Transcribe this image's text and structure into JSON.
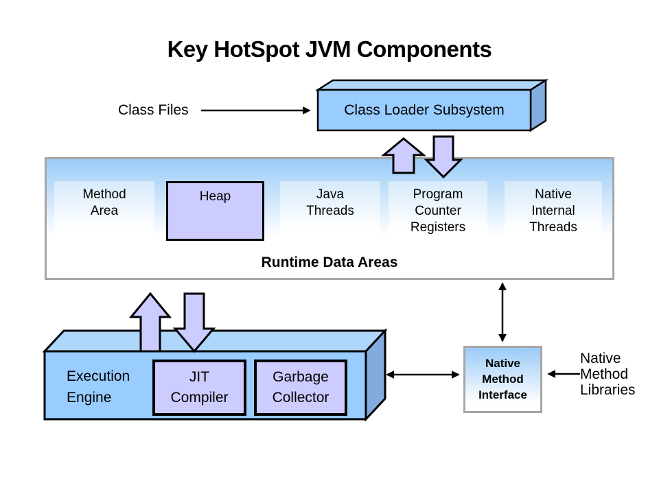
{
  "title": "Key HotSpot JVM Components",
  "class_files_label": "Class Files",
  "class_loader": {
    "label": "Class Loader Subsystem"
  },
  "runtime": {
    "caption": "Runtime Data Areas",
    "boxes": [
      {
        "id": "method-area",
        "label": "Method\nArea"
      },
      {
        "id": "heap",
        "label": "Heap"
      },
      {
        "id": "java-threads",
        "label": "Java\nThreads"
      },
      {
        "id": "program-counter-registers",
        "label": "Program\nCounter\nRegisters"
      },
      {
        "id": "native-internal-threads",
        "label": "Native\nInternal\nThreads"
      }
    ]
  },
  "execution_engine": {
    "label": "Execution\nEngine",
    "boxes": [
      {
        "id": "jit-compiler",
        "label": "JIT\nCompiler"
      },
      {
        "id": "garbage-collector",
        "label": "Garbage\nCollector"
      }
    ]
  },
  "native_method_interface_label": "Native\nMethod\nInterface",
  "native_method_libraries_label": "Native\nMethod\nLibraries",
  "icons": {
    "block_arrows": [
      "up-block-arrow",
      "down-block-arrow",
      "up-block-arrow",
      "down-block-arrow"
    ],
    "line_arrows": [
      "right-arrow",
      "double-vertical-arrow",
      "double-horizontal-arrow",
      "left-arrow"
    ]
  },
  "colors": {
    "box_blue": "#99ccff",
    "box_blue_top_face": "#add6fa",
    "box_blue_side_face": "#82acde",
    "box_purple": "#ccccff",
    "border_gray": "#a6a6a6",
    "gradient_blue": "#99cbf7",
    "inner_box_blue": "#d6eafb",
    "text_black": "#000000"
  }
}
